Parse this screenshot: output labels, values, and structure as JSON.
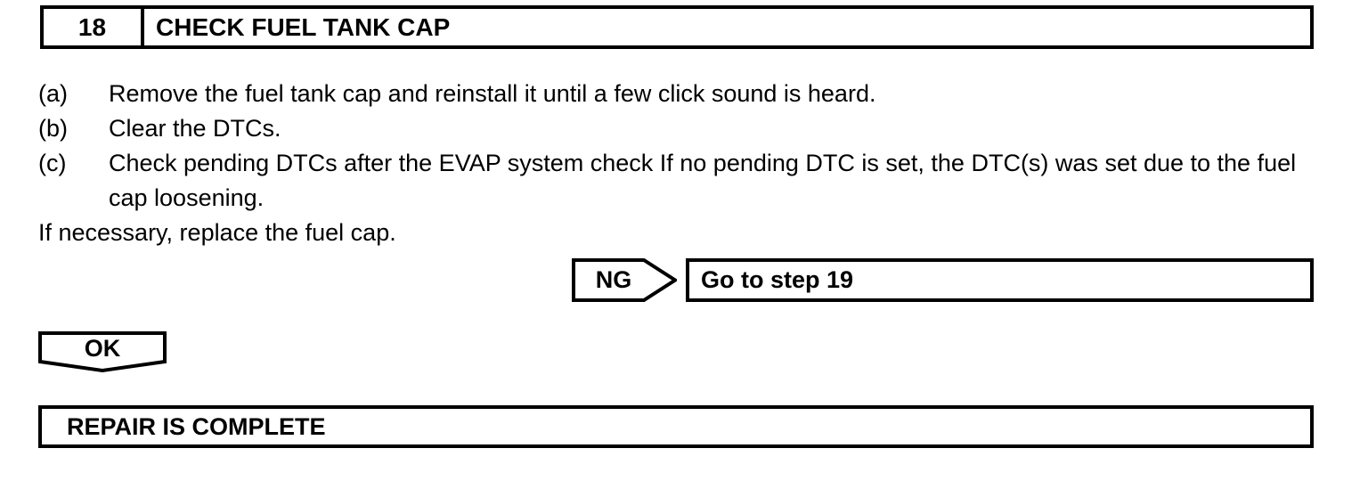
{
  "colors": {
    "ink": "#000000",
    "paper": "#ffffff"
  },
  "step": {
    "number": "18",
    "title": "CHECK FUEL TANK CAP",
    "instructions": [
      {
        "label": "(a)",
        "text": "Remove the fuel tank cap and reinstall it until a few click sound is heard."
      },
      {
        "label": "(b)",
        "text": "Clear the DTCs."
      },
      {
        "label": "(c)",
        "text": "Check pending DTCs after the EVAP system check If no pending DTC is set, the DTC(s) was set due to the fuel cap loosening."
      }
    ],
    "note": "If necessary, replace the fuel cap.",
    "ng": {
      "label": "NG",
      "action": "Go to step 19"
    },
    "ok": {
      "label": "OK"
    },
    "result": "REPAIR IS COMPLETE"
  }
}
